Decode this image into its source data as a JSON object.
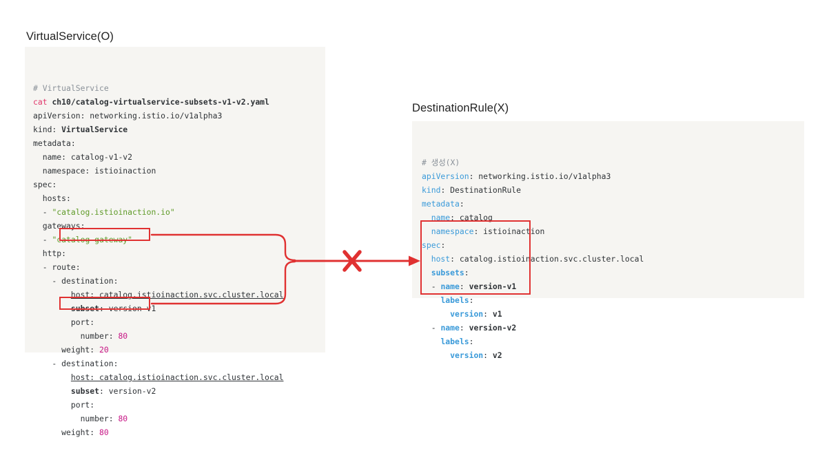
{
  "page": {
    "background": "#ffffff",
    "accent_red": "#e03131",
    "code_background": "#f6f5f2"
  },
  "left_panel": {
    "title": "VirtualService(O)",
    "lines": [
      [
        {
          "t": "# VirtualService",
          "c": "c-comment"
        }
      ],
      [
        {
          "t": "cat ",
          "c": "c-cmd"
        },
        {
          "t": "ch10/catalog-virtualservice-subsets-v1-v2.yaml",
          "c": "c-plain b"
        }
      ],
      [
        {
          "t": "apiVersion: networking.istio.io/v1alpha3",
          "c": "c-plain"
        }
      ],
      [
        {
          "t": "kind: ",
          "c": "c-plain"
        },
        {
          "t": "VirtualService",
          "c": "c-plain b"
        }
      ],
      [
        {
          "t": "metadata:",
          "c": "c-plain"
        }
      ],
      [
        {
          "t": "  name: catalog-v1-v2",
          "c": "c-plain"
        }
      ],
      [
        {
          "t": "  namespace: istioinaction",
          "c": "c-plain"
        }
      ],
      [
        {
          "t": "spec:",
          "c": "c-plain"
        }
      ],
      [
        {
          "t": "  hosts:",
          "c": "c-plain"
        }
      ],
      [
        {
          "t": "  - ",
          "c": "c-plain"
        },
        {
          "t": "\"catalog.istioinaction.io\"",
          "c": "c-str"
        }
      ],
      [
        {
          "t": "  gateways:",
          "c": "c-plain"
        }
      ],
      [
        {
          "t": "  - ",
          "c": "c-plain"
        },
        {
          "t": "\"catalog-gateway\"",
          "c": "c-str"
        }
      ],
      [
        {
          "t": "  http:",
          "c": "c-plain"
        }
      ],
      [
        {
          "t": "  - route:",
          "c": "c-plain"
        }
      ],
      [
        {
          "t": "    - destination:",
          "c": "c-plain"
        }
      ],
      [
        {
          "t": "        ",
          "c": "c-plain"
        },
        {
          "t": "host: catalog.istioinaction.svc.cluster.local",
          "c": "c-plain u"
        }
      ],
      [
        {
          "t": "        ",
          "c": "c-plain"
        },
        {
          "t": "subset",
          "c": "c-plain b"
        },
        {
          "t": ": version-v1",
          "c": "c-plain"
        }
      ],
      [
        {
          "t": "        port:",
          "c": "c-plain"
        }
      ],
      [
        {
          "t": "          number: ",
          "c": "c-plain"
        },
        {
          "t": "80",
          "c": "c-num"
        }
      ],
      [
        {
          "t": "      weight: ",
          "c": "c-plain"
        },
        {
          "t": "20",
          "c": "c-num"
        }
      ],
      [
        {
          "t": "    - destination:",
          "c": "c-plain"
        }
      ],
      [
        {
          "t": "        ",
          "c": "c-plain"
        },
        {
          "t": "host: catalog.istioinaction.svc.cluster.local",
          "c": "c-plain u"
        }
      ],
      [
        {
          "t": "        ",
          "c": "c-plain"
        },
        {
          "t": "subset",
          "c": "c-plain b"
        },
        {
          "t": ": version-v2",
          "c": "c-plain"
        }
      ],
      [
        {
          "t": "        port:",
          "c": "c-plain"
        }
      ],
      [
        {
          "t": "          number: ",
          "c": "c-plain"
        },
        {
          "t": "80",
          "c": "c-num"
        }
      ],
      [
        {
          "t": "      weight: ",
          "c": "c-plain"
        },
        {
          "t": "80",
          "c": "c-num"
        }
      ]
    ]
  },
  "right_panel": {
    "title": "DestinationRule(X)",
    "lines": [
      [
        {
          "t": "# 생성(X)",
          "c": "c-comment"
        }
      ],
      [
        {
          "t": "apiVersion",
          "c": "c-key"
        },
        {
          "t": ": networking.istio.io/v1alpha3",
          "c": "c-plain"
        }
      ],
      [
        {
          "t": "kind",
          "c": "c-key"
        },
        {
          "t": ": DestinationRule",
          "c": "c-plain"
        }
      ],
      [
        {
          "t": "metadata",
          "c": "c-key"
        },
        {
          "t": ":",
          "c": "c-plain"
        }
      ],
      [
        {
          "t": "  ",
          "c": "c-plain"
        },
        {
          "t": "name",
          "c": "c-key"
        },
        {
          "t": ": catalog",
          "c": "c-plain"
        }
      ],
      [
        {
          "t": "  ",
          "c": "c-plain"
        },
        {
          "t": "namespace",
          "c": "c-key"
        },
        {
          "t": ": istioinaction",
          "c": "c-plain"
        }
      ],
      [
        {
          "t": "spec",
          "c": "c-key"
        },
        {
          "t": ":",
          "c": "c-plain"
        }
      ],
      [
        {
          "t": "  ",
          "c": "c-plain"
        },
        {
          "t": "host",
          "c": "c-key"
        },
        {
          "t": ": catalog.istioinaction.svc.cluster.local",
          "c": "c-plain"
        }
      ],
      [
        {
          "t": "  ",
          "c": "c-plain"
        },
        {
          "t": "subsets",
          "c": "c-key b"
        },
        {
          "t": ":",
          "c": "c-plain"
        }
      ],
      [
        {
          "t": "  - ",
          "c": "c-plain"
        },
        {
          "t": "name",
          "c": "c-key b"
        },
        {
          "t": ": ",
          "c": "c-plain"
        },
        {
          "t": "version-v1",
          "c": "c-plain b"
        }
      ],
      [
        {
          "t": "    ",
          "c": "c-plain"
        },
        {
          "t": "labels",
          "c": "c-key b"
        },
        {
          "t": ":",
          "c": "c-plain"
        }
      ],
      [
        {
          "t": "      ",
          "c": "c-plain"
        },
        {
          "t": "version",
          "c": "c-key b"
        },
        {
          "t": ": ",
          "c": "c-plain"
        },
        {
          "t": "v1",
          "c": "c-plain b"
        }
      ],
      [
        {
          "t": "  - ",
          "c": "c-plain"
        },
        {
          "t": "name",
          "c": "c-key b"
        },
        {
          "t": ": ",
          "c": "c-plain"
        },
        {
          "t": "version-v2",
          "c": "c-plain b"
        }
      ],
      [
        {
          "t": "    ",
          "c": "c-plain"
        },
        {
          "t": "labels",
          "c": "c-key b"
        },
        {
          "t": ":",
          "c": "c-plain"
        }
      ],
      [
        {
          "t": "      ",
          "c": "c-plain"
        },
        {
          "t": "version",
          "c": "c-key b"
        },
        {
          "t": ": ",
          "c": "c-plain"
        },
        {
          "t": "v2",
          "c": "c-plain b"
        }
      ]
    ]
  },
  "annotations": {
    "cross_mark": "X",
    "cross_meaning": "relationship-broken",
    "arrow_color": "#e03131"
  }
}
